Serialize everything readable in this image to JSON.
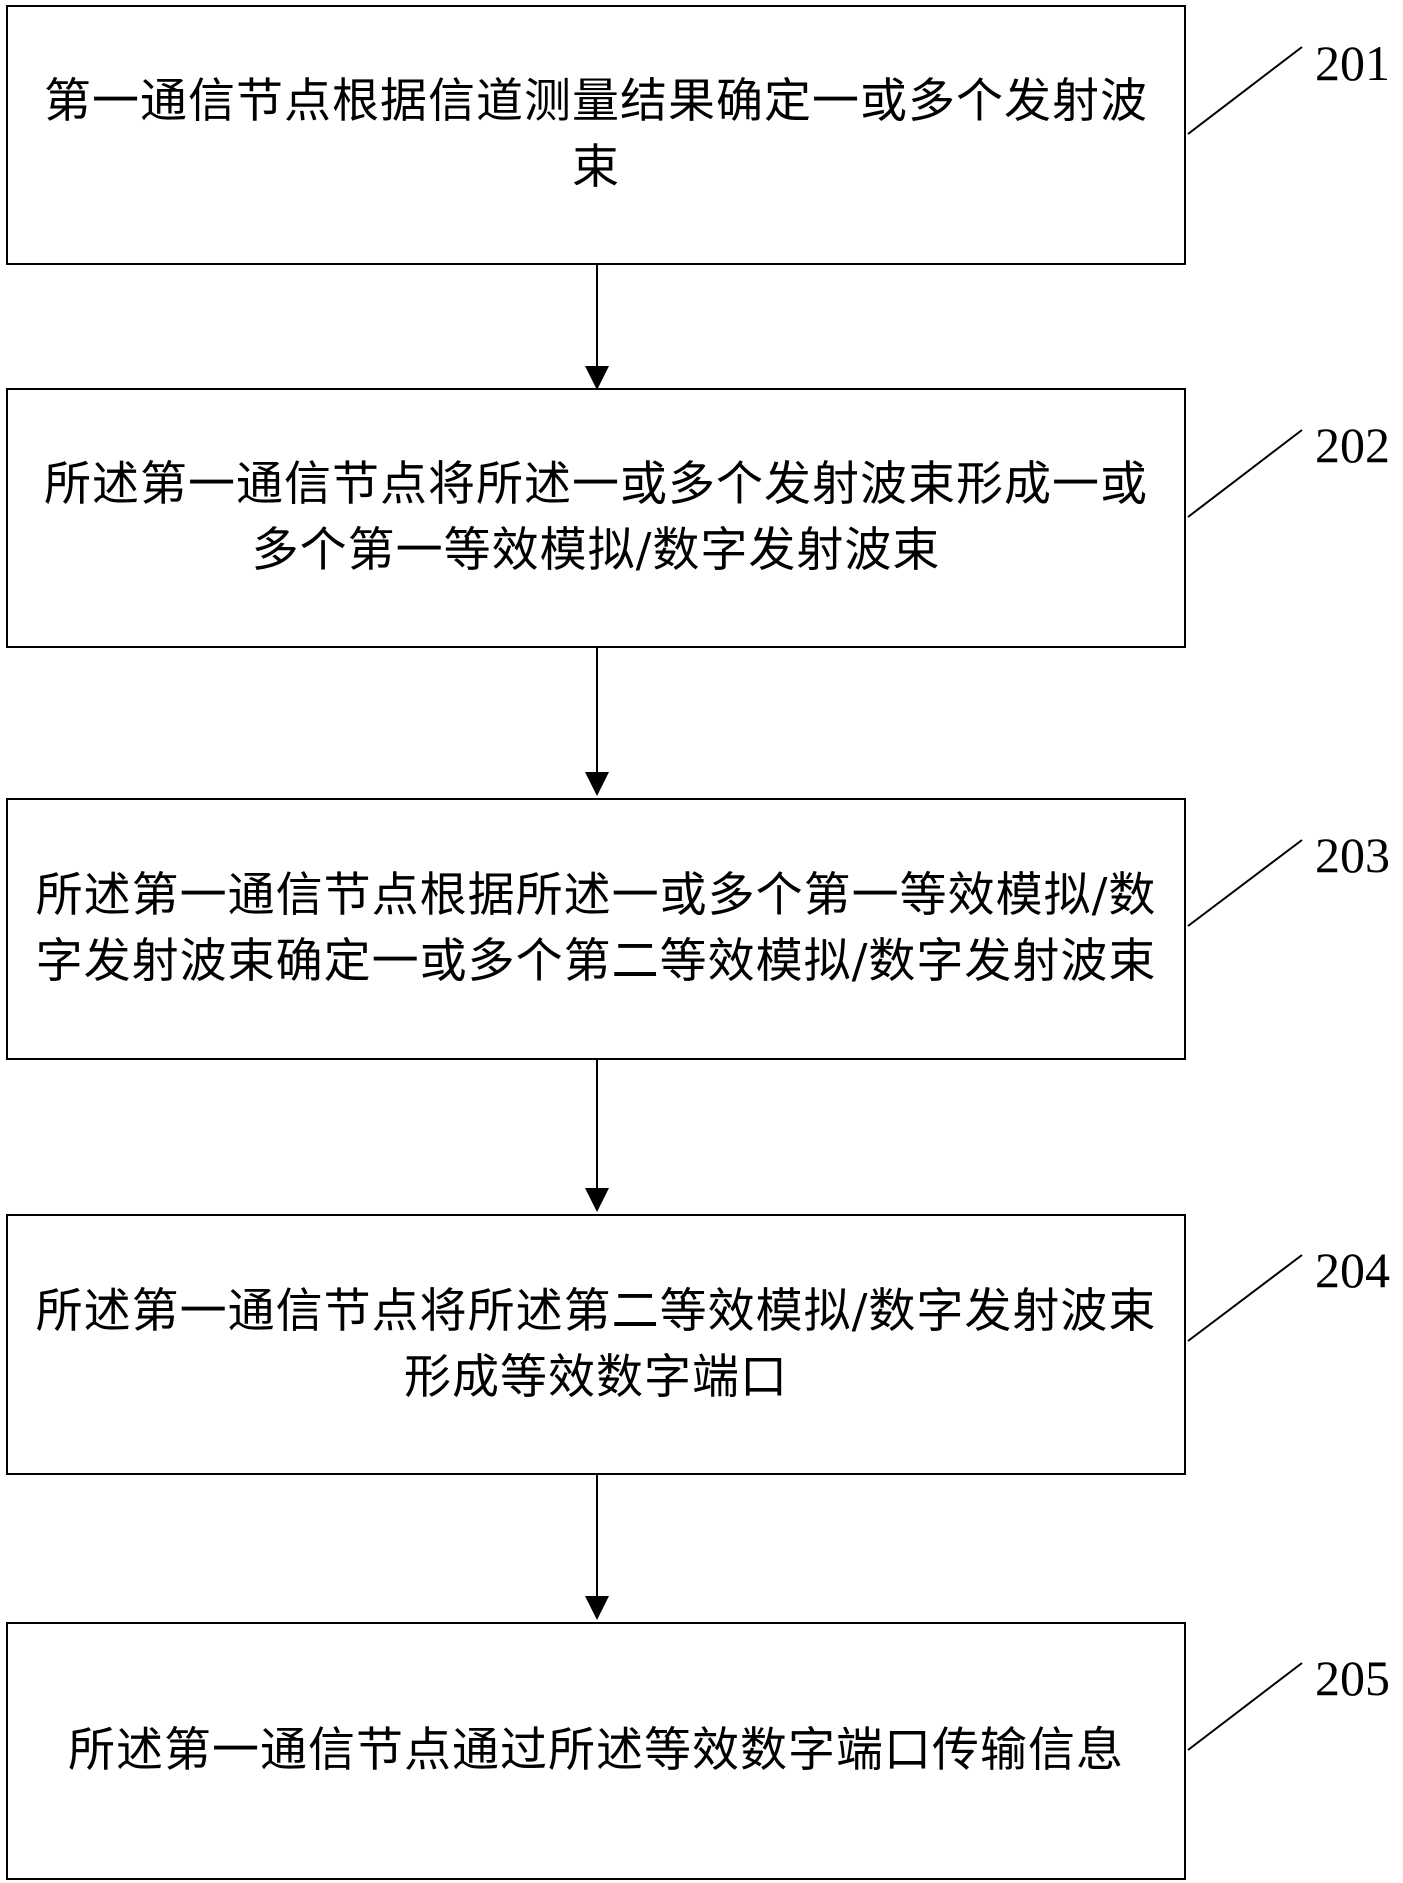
{
  "diagram": {
    "steps": [
      {
        "number": "201",
        "text": "第一通信节点根据信道测量结果确定一或多个发射波束"
      },
      {
        "number": "202",
        "text": "所述第一通信节点将所述一或多个发射波束形成一或多个第一等效模拟/数字发射波束"
      },
      {
        "number": "203",
        "text": "所述第一通信节点根据所述一或多个第一等效模拟/数字发射波束确定一或多个第二等效模拟/数字发射波束"
      },
      {
        "number": "204",
        "text": "所述第一通信节点将所述第二等效模拟/数字发射波束形成等效数字端口"
      },
      {
        "number": "205",
        "text": "所述第一通信节点通过所述等效数字端口传输信息"
      }
    ],
    "line_color": "#000000"
  }
}
